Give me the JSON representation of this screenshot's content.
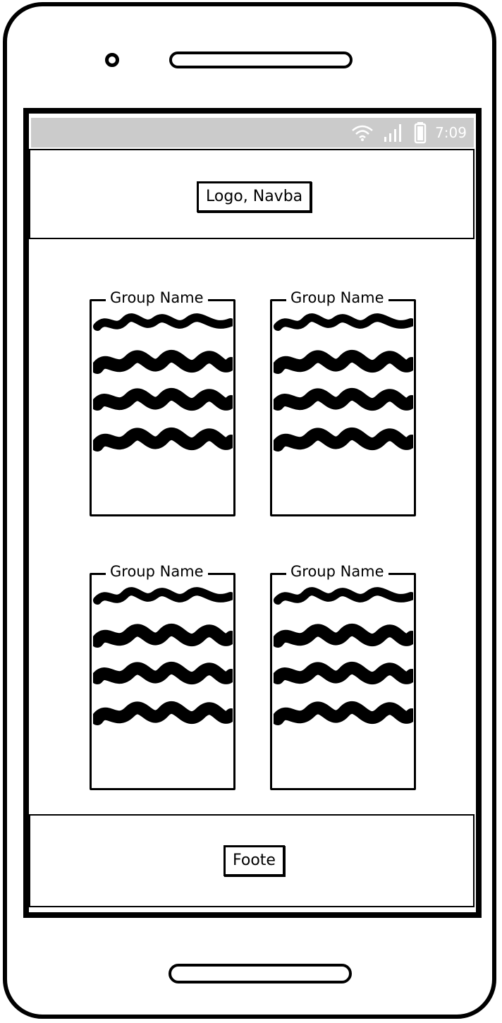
{
  "status_bar": {
    "time": "7:09",
    "icons": [
      "wifi-icon",
      "signal-icon",
      "battery-icon"
    ]
  },
  "header": {
    "label": "Logo, Navba"
  },
  "groups": [
    {
      "title": "Group Name"
    },
    {
      "title": "Group Name"
    },
    {
      "title": "Group Name"
    },
    {
      "title": "Group Name"
    }
  ],
  "footer": {
    "label": "Foote"
  },
  "colors": {
    "status_bar_bg": "#cbcbcb",
    "ink": "#000000",
    "background": "#ffffff"
  }
}
